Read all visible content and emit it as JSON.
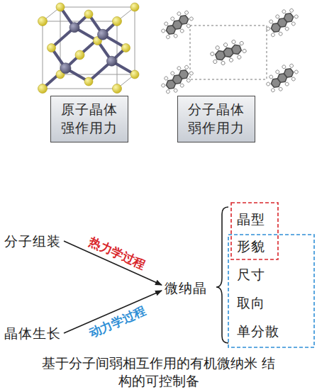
{
  "diagram": {
    "caption": "基于分子间弱相互作用的有机微纳米 结构的可控制备",
    "nodes": [
      {
        "text": [
          "原子晶体",
          "强作用力"
        ]
      },
      {
        "text": [
          "分子晶体",
          "弱作用力"
        ]
      },
      {
        "text": [
          "分子组装"
        ]
      },
      {
        "text": [
          "晶体生长"
        ]
      },
      {
        "text": [
          "微纳晶"
        ]
      }
    ],
    "edges": [
      {
        "from": 2,
        "to": 4,
        "label": "热力学过程",
        "arrow": "to"
      },
      {
        "from": 3,
        "to": 4,
        "label": "动力学过程",
        "arrow": "to"
      }
    ],
    "labels": [
      "晶型",
      "形貌",
      "尺寸",
      "取向",
      "单分散"
    ]
  }
}
